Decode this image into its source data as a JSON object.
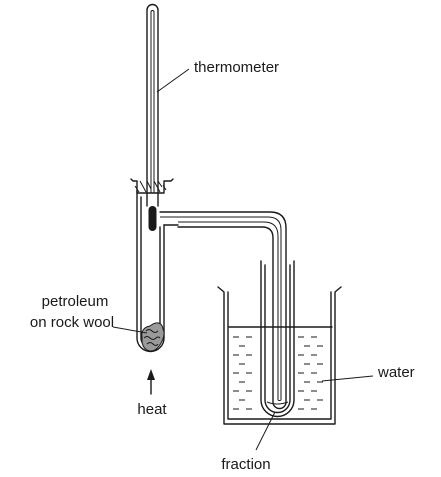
{
  "labels": {
    "thermometer": "thermometer",
    "petroleum_line1": "petroleum",
    "petroleum_line2": "on rock wool",
    "heat": "heat",
    "water": "water",
    "fraction": "fraction"
  }
}
